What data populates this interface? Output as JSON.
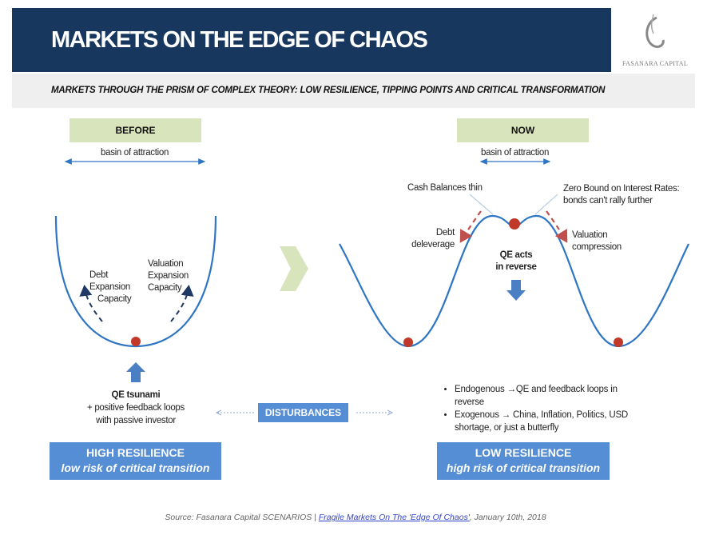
{
  "header": {
    "title": "MARKETS ON THE EDGE OF CHAOS",
    "logo_text": "FASANARA CAPITAL"
  },
  "subtitle": "MARKETS THROUGH THE PRISM OF COMPLEX THEORY: LOW RESILIENCE, TIPPING POINTS AND CRITICAL TRANSFORMATION",
  "before": {
    "tag": "BEFORE",
    "basin": "basin of attraction",
    "left_label": [
      "Debt",
      "Expansion",
      "Capacity"
    ],
    "right_label": [
      "Valuation",
      "Expansion",
      "Capacity"
    ],
    "qe_title": "QE tsunami",
    "qe_lines": [
      "+ positive feedback loops",
      "with passive investor"
    ],
    "resilience_title": "HIGH RESILIENCE",
    "resilience_sub": "low risk of critical transition"
  },
  "now": {
    "tag": "NOW",
    "basin": "basin of attraction",
    "cash": "Cash Balances thin",
    "zero_bound": [
      "Zero Bound on Interest Rates:",
      "bonds can't rally further"
    ],
    "debt": [
      "Debt",
      "deleverage"
    ],
    "valuation": [
      "Valuation",
      "compression"
    ],
    "qe": [
      "QE acts",
      "in reverse"
    ],
    "bullets": [
      "Endogenous →QE and feedback loops in reverse",
      "Exogenous → China, Inflation, Politics, USD shortage, or just a butterfly"
    ],
    "resilience_title": "LOW RESILIENCE",
    "resilience_sub": "high risk of critical transition"
  },
  "disturbances": "DISTURBANCES",
  "source": {
    "prefix": "Source: Fasanara Capital SCENARIOS | ",
    "link": "Fragile Markets On The 'Edge Of Chaos'",
    "suffix": ", January 10th, 2018"
  },
  "colors": {
    "navy": "#17375e",
    "blue": "#558ed5",
    "green": "#d8e4bc",
    "curve": "#2e75c4",
    "red": "#c0392b"
  }
}
